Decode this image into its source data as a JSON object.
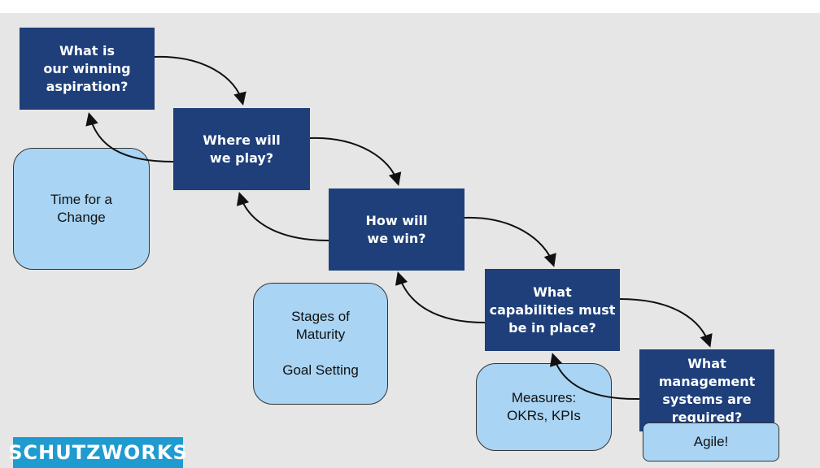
{
  "diagram": {
    "steps": [
      "What is\nour winning\naspiration?",
      "Where will\nwe play?",
      "How will\nwe win?",
      "What\ncapabilities must\nbe in place?",
      "What management\nsystems are\nrequired?"
    ],
    "notes": [
      "Time for a\nChange",
      "Stages of\nMaturity\n\nGoal Setting",
      "Measures:\nOKRs, KPIs",
      "Agile!"
    ]
  },
  "brand": {
    "logo_text": "SCHUTZWORKS"
  },
  "colors": {
    "step_fill": "#1e3f7a",
    "note_fill": "#a9d4f3",
    "canvas": "#e6e6e6",
    "logo_fill": "#1f9bd0"
  }
}
